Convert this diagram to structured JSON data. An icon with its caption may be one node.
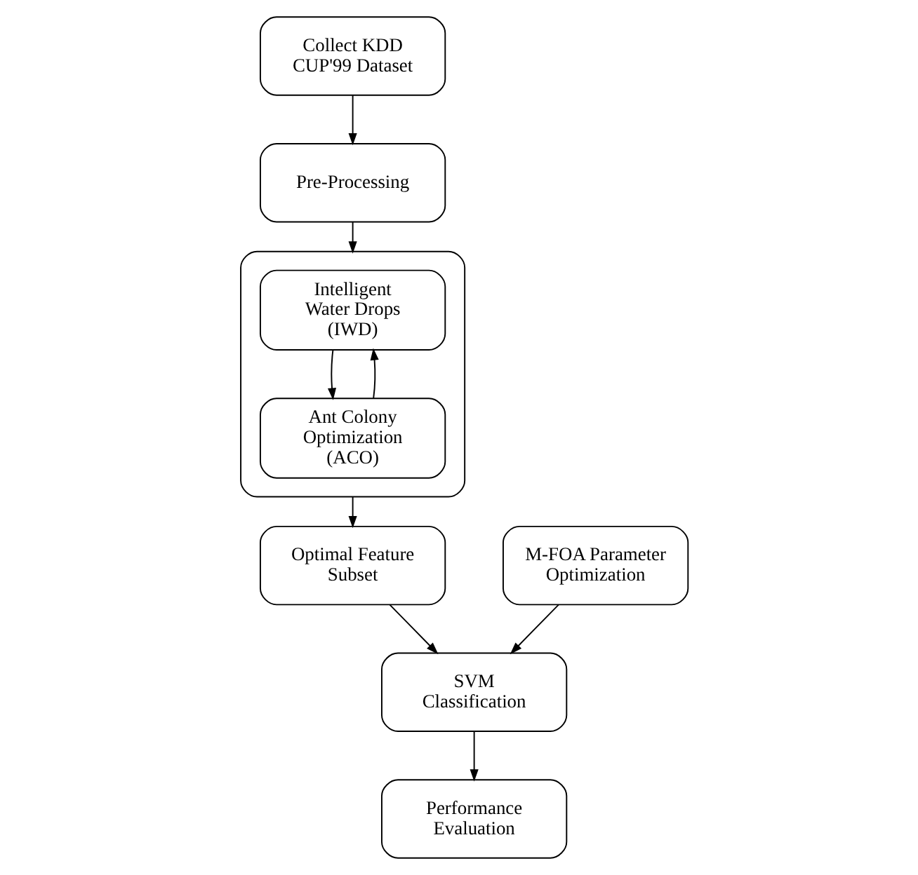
{
  "diagram": {
    "nodes": [
      {
        "text": [
          "Collect KDD CUP'99 Dataset"
        ]
      },
      {
        "text": [
          "Pre-Processing"
        ]
      },
      {
        "text": [],
        "shape": "box"
      },
      {
        "text": [
          "Intelligent Water Drops (IWD)"
        ],
        "in": 2
      },
      {
        "text": [
          "Ant Colony Optimization (ACO)"
        ],
        "in": 2
      },
      {
        "text": [
          "M-FOA Parameter Optimization"
        ]
      },
      {
        "text": [
          "SVM Classification"
        ]
      },
      {
        "text": [
          "Optimal Feature Subset"
        ]
      },
      {
        "text": [
          "Performance Evaluation"
        ]
      }
    ],
    "edges": [
      {
        "from": 0,
        "to": 1,
        "arrow": "to"
      },
      {
        "from": 1,
        "to": 2,
        "arrow": "to"
      },
      {
        "from": 3,
        "to": 4,
        "arrow": "to"
      },
      {
        "from": 4,
        "to": 3,
        "arrow": "to"
      },
      {
        "from": 2,
        "to": 7,
        "arrow": "to"
      },
      {
        "from": 5,
        "to": 6,
        "arrow": "to"
      },
      {
        "from": 7,
        "to": 6,
        "arrow": "to"
      },
      {
        "from": 6,
        "to": 8,
        "arrow": "to"
      }
    ]
  }
}
